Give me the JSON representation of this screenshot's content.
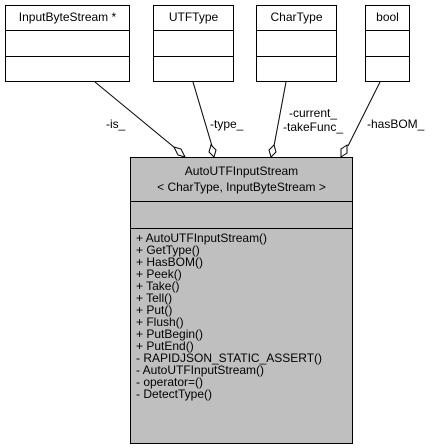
{
  "associated_classes": [
    {
      "key": "input_byte_stream",
      "name": "InputByteStream *"
    },
    {
      "key": "utf_type",
      "name": "UTFType"
    },
    {
      "key": "char_type",
      "name": "CharType"
    },
    {
      "key": "bool",
      "name": "bool"
    }
  ],
  "main_class": {
    "title_line1": "AutoUTFInputStream",
    "title_line2": "< CharType, InputByteStream >",
    "methods": [
      "+ AutoUTFInputStream()",
      "+ GetType()",
      "+ HasBOM()",
      "+ Peek()",
      "+ Take()",
      "+ Tell()",
      "+ Put()",
      "+ Flush()",
      "+ PutBegin()",
      "+ PutEnd()",
      "- RAPIDJSON_STATIC_ASSERT()",
      "- AutoUTFInputStream()",
      "- operator=()",
      "- DetectType()"
    ]
  },
  "edge_labels": {
    "is": "-is_",
    "type": "-type_",
    "current": "-current_",
    "take_func": "-takeFunc_",
    "has_bom": "-hasBOM_"
  }
}
